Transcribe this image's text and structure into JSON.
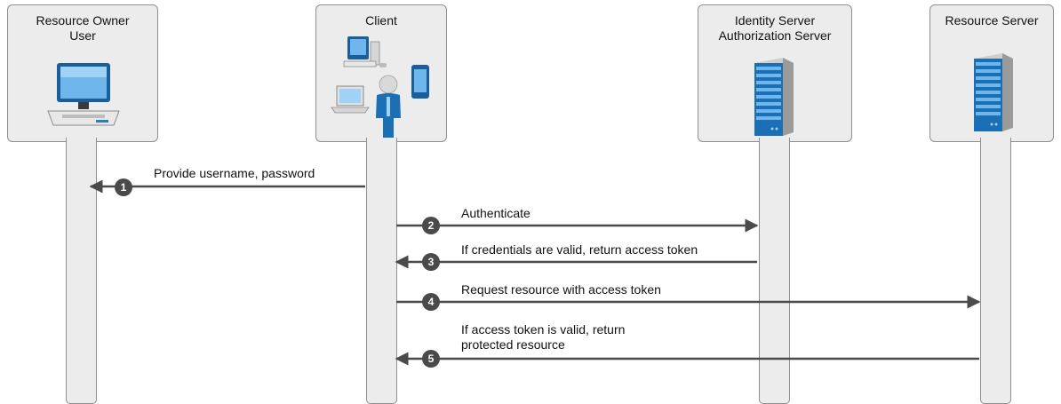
{
  "lanes": [
    {
      "title_lines": [
        "Resource Owner",
        "User"
      ]
    },
    {
      "title_lines": [
        "Client"
      ]
    },
    {
      "title_lines": [
        "Identity Server",
        "Authorization Server"
      ]
    },
    {
      "title_lines": [
        "Resource Server"
      ]
    }
  ],
  "icons": {
    "owner": "desktop-computer-icon",
    "client": "client-devices-icon",
    "identity": "server-tower-icon",
    "resource": "server-tower-icon"
  },
  "messages": [
    {
      "step": "1",
      "label_lines": [
        "Provide username, password"
      ]
    },
    {
      "step": "2",
      "label_lines": [
        "Authenticate"
      ]
    },
    {
      "step": "3",
      "label_lines": [
        "If credentials are valid, return access token"
      ]
    },
    {
      "step": "4",
      "label_lines": [
        "Request resource with access token"
      ]
    },
    {
      "step": "5",
      "label_lines": [
        "If access token is valid, return",
        "protected resource"
      ]
    }
  ],
  "colors": {
    "lane_fill": "#ececec",
    "lane_stroke": "#8f8f8f",
    "arrow": "#4a4a4a",
    "badge": "#4a4a4a",
    "server_blue": "#1a6fb5"
  }
}
